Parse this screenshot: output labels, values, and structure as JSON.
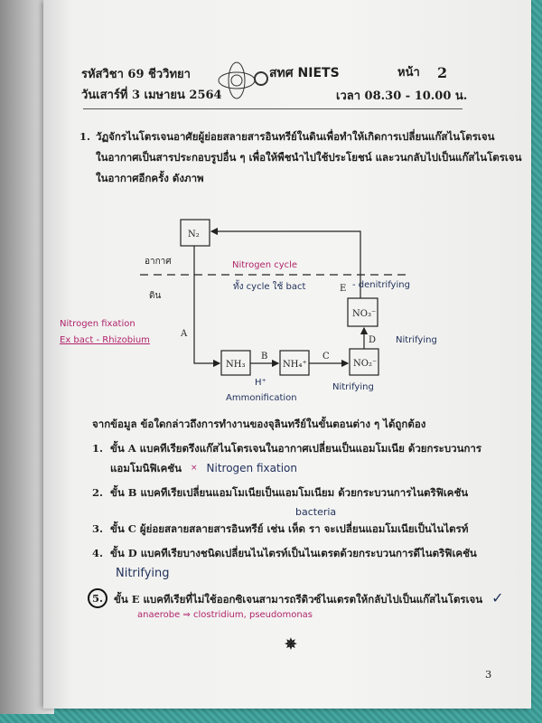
{
  "header": {
    "subject": "รหัสวิชา 69 ชีววิทยา",
    "date": "วันเสาร์ที่ 3 เมษายน 2564",
    "page_label": "หน้า",
    "page_number": "2",
    "time": "เวลา 08.30 - 10.00 น.",
    "logo_text": "สทศ NIETS"
  },
  "question": {
    "number": "1.",
    "lines": [
      "วัฏจักรไนโตรเจนอาศัยผู้ย่อยสลายสารอินทรีย์ในดินเพื่อทำให้เกิดการเปลี่ยนแก๊สไนโตรเจน",
      "ในอากาศเป็นสารประกอบรูปอื่น ๆ เพื่อให้พืชนำไปใช้ประโยชน์ และวนกลับไปเป็นแก๊สไนโตรเจน",
      "ในอากาศอีกครั้ง ดังภาพ"
    ],
    "prompt": "จากข้อมูล ข้อใดกล่าวถึงการทำงานของจุลินทรีย์ในขั้นตอนต่าง ๆ ได้ถูกต้อง",
    "options": [
      {
        "num": "1.",
        "lines": [
          "ขั้น A แบคทีเรียตรึงแก๊สไนโตรเจนในอากาศเปลี่ยนเป็นแอมโมเนีย ด้วยกระบวนการ",
          "แอมโมนิฟิเคชัน"
        ]
      },
      {
        "num": "2.",
        "lines": [
          "ขั้น B แบคทีเรียเปลี่ยนแอมโมเนียเป็นแอมโมเนียม ด้วยกระบวนการไนตริฟิเคชัน"
        ]
      },
      {
        "num": "3.",
        "lines": [
          "ขั้น C ผู้ย่อยสลายสลายสารอินทรีย์ เช่น เห็ด รา จะเปลี่ยนแอมโมเนียเป็นไนไตรท์"
        ]
      },
      {
        "num": "4.",
        "lines": [
          "ขั้น D แบคทีเรียบางชนิดเปลี่ยนไนไตรท์เป็นไนเตรตด้วยกระบวนการดีไนตริฟิเคชัน"
        ]
      },
      {
        "num": "5.",
        "lines": [
          "ขั้น E แบคทีเรียที่ไม่ใช้ออกซิเจนสามารถรีดิวซ์ไนเตรตให้กลับไปเป็นแก๊สไนโตรเจน"
        ]
      }
    ],
    "selected_option": "5."
  },
  "diagram": {
    "air_label": "อากาศ",
    "soil_label": "ดิน",
    "nodes": {
      "n2": "N₂",
      "nh3": "NH₃",
      "nh4": "NH₄⁺",
      "no2": "NO₂⁻",
      "no3": "NO₃⁻"
    },
    "steps": {
      "a": "A",
      "b": "B",
      "c": "C",
      "d": "D",
      "e": "E"
    }
  },
  "handwriting": {
    "title": "Nitrogen cycle",
    "note": "ทั้ง cycle ใช้ bact",
    "a_note1": "Nitrogen fixation",
    "a_note2": "Ex bact - Rhizobium",
    "b_h": "H⁺",
    "b_note": "Ammonification",
    "c_note": "Nitrifying",
    "d_note": "Nitrifying",
    "e_note": "- denitrifying",
    "opt1_note": "Nitrogen fixation",
    "opt3_note": "bacteria",
    "opt4_note": "Nitrifying",
    "opt5_note": "anaerobe ⇒ clostridium, pseudomonas",
    "check": "✓",
    "x_mark": "×"
  },
  "footer": {
    "ornament": "✵",
    "page_number": "3"
  },
  "colors": {
    "background": "#3f9c96",
    "paper": "#f4f4f2",
    "pink_ink": "#b0246a",
    "navy_ink": "#1f2f5a"
  }
}
